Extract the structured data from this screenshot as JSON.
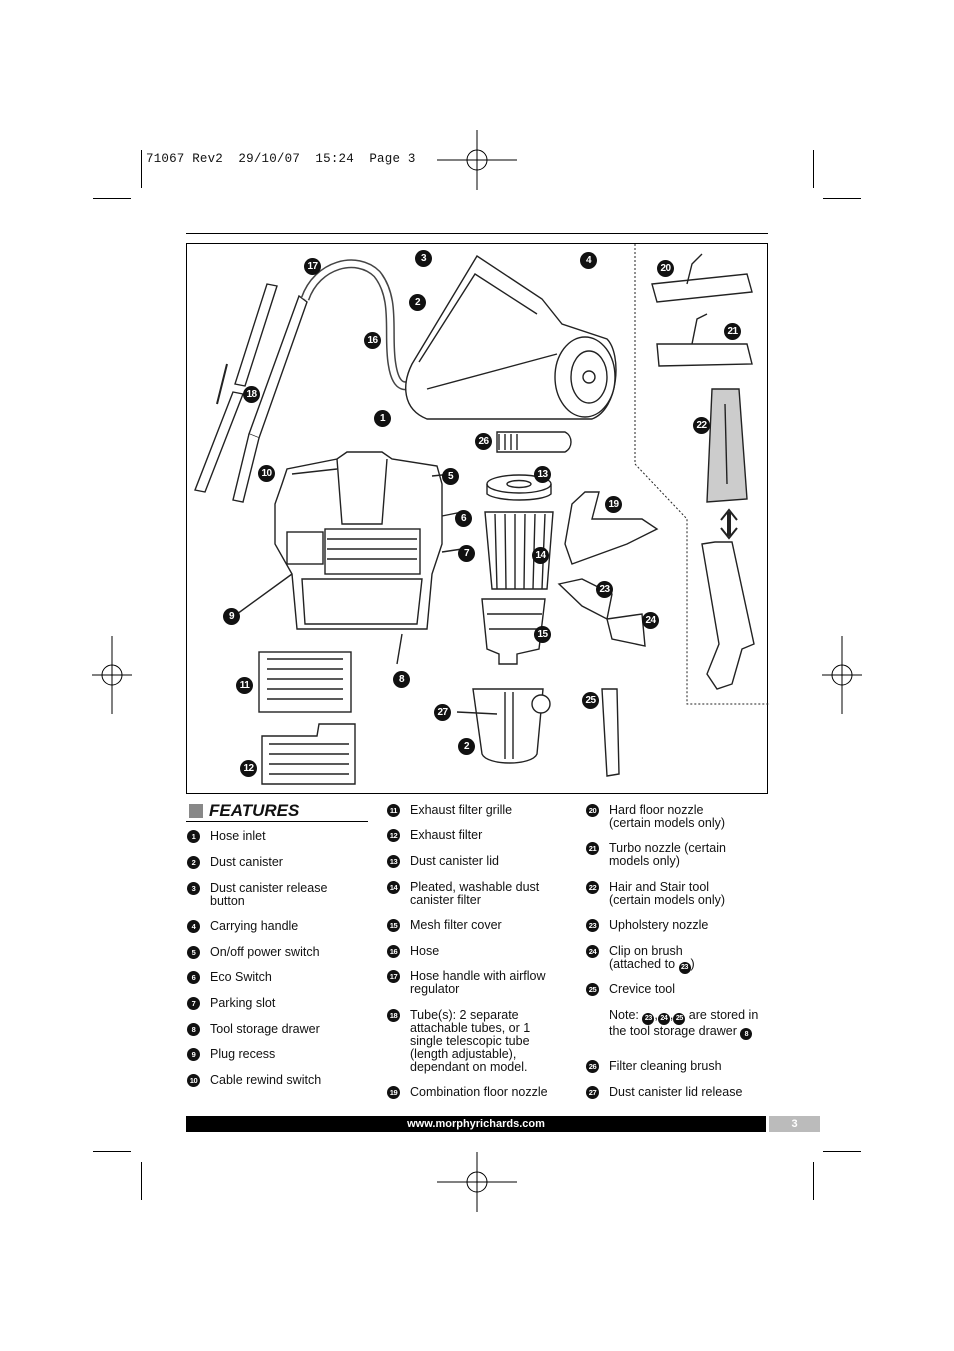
{
  "slug": "71067 Rev2  29/10/07  15:24  Page 3",
  "figure_callouts": [
    "17",
    "3",
    "4",
    "2",
    "16",
    "18",
    "1",
    "26",
    "10",
    "5",
    "13",
    "6",
    "7",
    "14",
    "9",
    "8",
    "11",
    "27",
    "2",
    "12",
    "20",
    "21",
    "22",
    "19",
    "23",
    "24",
    "15",
    "25"
  ],
  "features": {
    "title": "FEATURES",
    "col1": [
      {
        "n": "1",
        "text": "Hose inlet"
      },
      {
        "n": "2",
        "text": "Dust canister"
      },
      {
        "n": "3",
        "text": "Dust canister release button"
      },
      {
        "n": "4",
        "text": "Carrying handle"
      },
      {
        "n": "5",
        "text": "On/off power switch"
      },
      {
        "n": "6",
        "text": "Eco Switch"
      },
      {
        "n": "7",
        "text": "Parking slot"
      },
      {
        "n": "8",
        "text": "Tool storage drawer"
      },
      {
        "n": "9",
        "text": "Plug recess"
      },
      {
        "n": "10",
        "text": "Cable rewind switch"
      }
    ],
    "col2": [
      {
        "n": "11",
        "text": "Exhaust filter grille"
      },
      {
        "n": "12",
        "text": "Exhaust filter"
      },
      {
        "n": "13",
        "text": "Dust canister lid"
      },
      {
        "n": "14",
        "text": "Pleated, washable dust canister filter"
      },
      {
        "n": "15",
        "text": "Mesh filter cover"
      },
      {
        "n": "16",
        "text": "Hose"
      },
      {
        "n": "17",
        "text": "Hose handle with airflow regulator"
      },
      {
        "n": "18",
        "text": "Tube(s): 2 separate attachable tubes, or 1 single telescopic tube (length adjustable), dependant on model."
      },
      {
        "n": "19",
        "text": "Combination floor nozzle"
      }
    ],
    "col3": [
      {
        "n": "20",
        "text": "Hard floor nozzle (certain models only)"
      },
      {
        "n": "21",
        "text": "Turbo nozzle (certain models only)"
      },
      {
        "n": "22",
        "text": "Hair and Stair tool (certain models only)"
      },
      {
        "n": "23",
        "text": "Upholstery nozzle"
      },
      {
        "n": "24",
        "text": "Clip on brush (attached to",
        "ref": "23",
        "tail": ")"
      },
      {
        "n": "25",
        "text": "Crevice tool"
      },
      {
        "n": "",
        "note_prefix": "Note: ",
        "refs": [
          "23",
          "24",
          "25"
        ],
        "note_suffix": " are stored in the tool storage drawer",
        "note_ref": "8"
      },
      {
        "n": "26",
        "text": "Filter cleaning brush"
      },
      {
        "n": "27",
        "text": "Dust canister lid release"
      }
    ]
  },
  "footer": {
    "url": "www.morphyrichards.com",
    "page": "3"
  }
}
